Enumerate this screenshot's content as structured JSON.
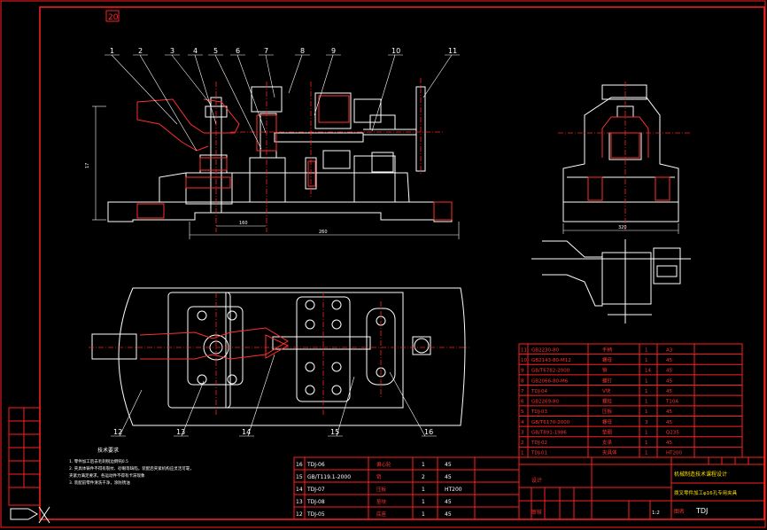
{
  "drawing": {
    "corner_mark": "20",
    "part_numbers": [
      "1",
      "2",
      "3",
      "4",
      "5",
      "6",
      "7",
      "8",
      "9",
      "10",
      "11",
      "12",
      "13",
      "14",
      "15",
      "16"
    ],
    "dimension_labels": {
      "front_height": "17",
      "front_width": "160",
      "overall_width": "260",
      "side_width": "320"
    }
  },
  "notes": {
    "title": "技术要求",
    "lines": [
      "1. 零件加工后去毛刺锐边倒钝0.5",
      "2. 夹具体铸件不得有裂纹、砂眼等缺陷，装配后夹紧机构应灵活可靠，",
      "   夹紧力满足要求，各运动件不得有卡滞现象",
      "3. 装配前零件清洗干净，涂防锈油"
    ]
  },
  "bom_right": [
    {
      "no": "11",
      "code": "GB2230-80",
      "name": "手柄",
      "qty": "1",
      "mat": "A3",
      "extra": ""
    },
    {
      "no": "10",
      "code": "GB2143-80-M12",
      "name": "螺母",
      "qty": "1",
      "mat": "45",
      "extra": ""
    },
    {
      "no": "9",
      "code": "GB/T6782-2000",
      "name": "销",
      "qty": "14",
      "mat": "45",
      "extra": ""
    },
    {
      "no": "8",
      "code": "GB2066-80-M6",
      "name": "螺钉",
      "qty": "1",
      "mat": "45",
      "extra": ""
    },
    {
      "no": "7",
      "code": "TDJ-04",
      "name": "V块",
      "qty": "1",
      "mat": "45",
      "extra": ""
    },
    {
      "no": "6",
      "code": "GB2269-80",
      "name": "螺栓",
      "qty": "1",
      "mat": "T10A",
      "extra": ""
    },
    {
      "no": "5",
      "code": "TDJ-03",
      "name": "压板",
      "qty": "1",
      "mat": "45",
      "extra": ""
    },
    {
      "no": "4",
      "code": "GB/T6170-2000",
      "name": "螺母",
      "qty": "3",
      "mat": "45",
      "extra": ""
    },
    {
      "no": "3",
      "code": "GB/T891-1986",
      "name": "垫圈",
      "qty": "1",
      "mat": "Q235",
      "extra": ""
    },
    {
      "no": "2",
      "code": "TDJ-02",
      "name": "支承",
      "qty": "1",
      "mat": "45",
      "extra": ""
    },
    {
      "no": "1",
      "code": "TDJ-01",
      "name": "夹具体",
      "qty": "1",
      "mat": "HT200",
      "extra": ""
    }
  ],
  "bom_left": [
    {
      "no": "16",
      "code": "TDJ-06",
      "name": "偏心轮",
      "qty": "1",
      "mat": "45"
    },
    {
      "no": "15",
      "code": "GB/T119.1-2000",
      "name": "销",
      "qty": "2",
      "mat": "45"
    },
    {
      "no": "14",
      "code": "TDJ-07",
      "name": "压板",
      "qty": "1",
      "mat": "HT200"
    },
    {
      "no": "13",
      "code": "TDJ-08",
      "name": "垫块",
      "qty": "1",
      "mat": "45"
    },
    {
      "no": "12",
      "code": "TDJ-05",
      "name": "底座",
      "qty": "1",
      "mat": "45"
    }
  ],
  "title_block": {
    "header": "机械制造技术课程设计",
    "subtitle": "拨叉零件加工φ16孔专用夹具",
    "designer_label": "设计",
    "checker_label": "审核",
    "drawing_name_label": "图名",
    "drawing_code": "TDJ",
    "scale": "1:2"
  },
  "colors": {
    "background": "#000000",
    "frame": "#ff2020",
    "outline": "#ffffff",
    "centerline": "#ff2020",
    "section": "#ff3030",
    "leader": "#ffffff",
    "text_yellow": "#ffe000"
  }
}
